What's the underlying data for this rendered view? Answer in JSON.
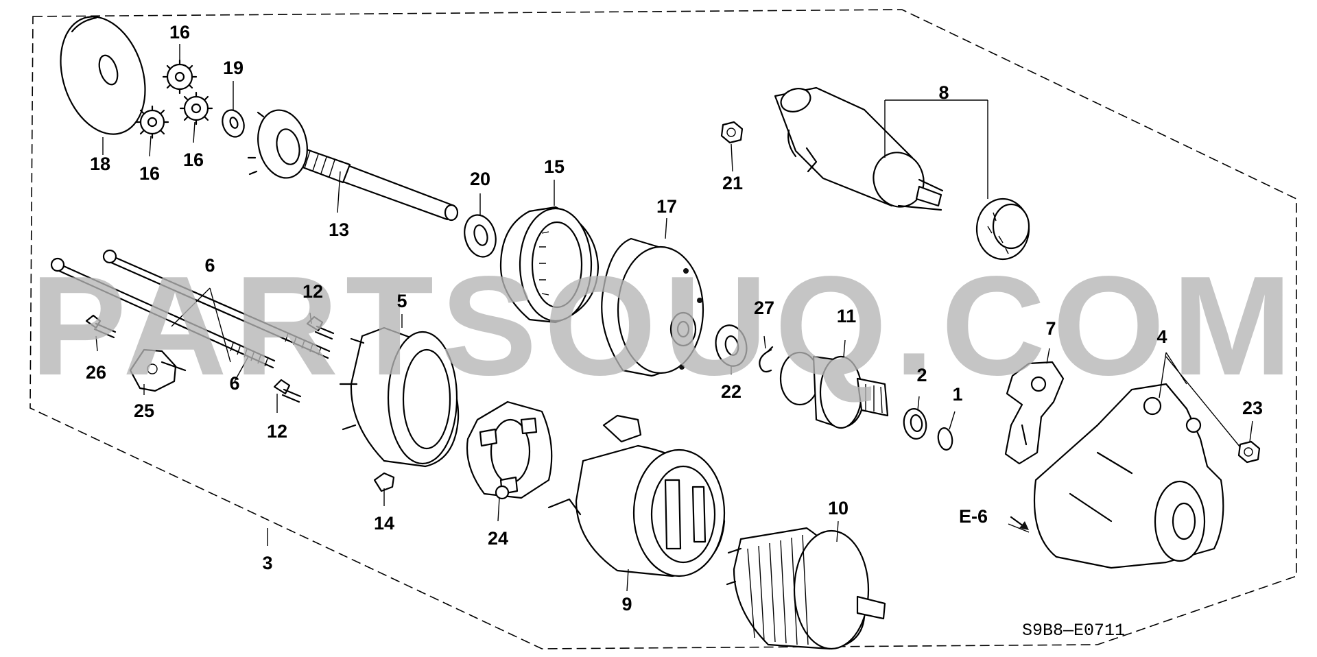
{
  "watermark": "PARTSOUQ.COM",
  "diagram_code": "S9B8—E0711",
  "reference_label": "E-6",
  "callouts": [
    {
      "id": "c1",
      "text": "1"
    },
    {
      "id": "c2",
      "text": "2"
    },
    {
      "id": "c3",
      "text": "3"
    },
    {
      "id": "c4",
      "text": "4"
    },
    {
      "id": "c5",
      "text": "5"
    },
    {
      "id": "c6a",
      "text": "6"
    },
    {
      "id": "c6b",
      "text": "6"
    },
    {
      "id": "c7",
      "text": "7"
    },
    {
      "id": "c8",
      "text": "8"
    },
    {
      "id": "c9",
      "text": "9"
    },
    {
      "id": "c10",
      "text": "10"
    },
    {
      "id": "c11",
      "text": "11"
    },
    {
      "id": "c12a",
      "text": "12"
    },
    {
      "id": "c12b",
      "text": "12"
    },
    {
      "id": "c13",
      "text": "13"
    },
    {
      "id": "c14",
      "text": "14"
    },
    {
      "id": "c15",
      "text": "15"
    },
    {
      "id": "c16a",
      "text": "16"
    },
    {
      "id": "c16b",
      "text": "16"
    },
    {
      "id": "c16c",
      "text": "16"
    },
    {
      "id": "c17",
      "text": "17"
    },
    {
      "id": "c18",
      "text": "18"
    },
    {
      "id": "c19",
      "text": "19"
    },
    {
      "id": "c20",
      "text": "20"
    },
    {
      "id": "c21",
      "text": "21"
    },
    {
      "id": "c22",
      "text": "22"
    },
    {
      "id": "c23",
      "text": "23"
    },
    {
      "id": "c24",
      "text": "24"
    },
    {
      "id": "c25",
      "text": "25"
    },
    {
      "id": "c26",
      "text": "26"
    },
    {
      "id": "c27",
      "text": "27"
    }
  ]
}
